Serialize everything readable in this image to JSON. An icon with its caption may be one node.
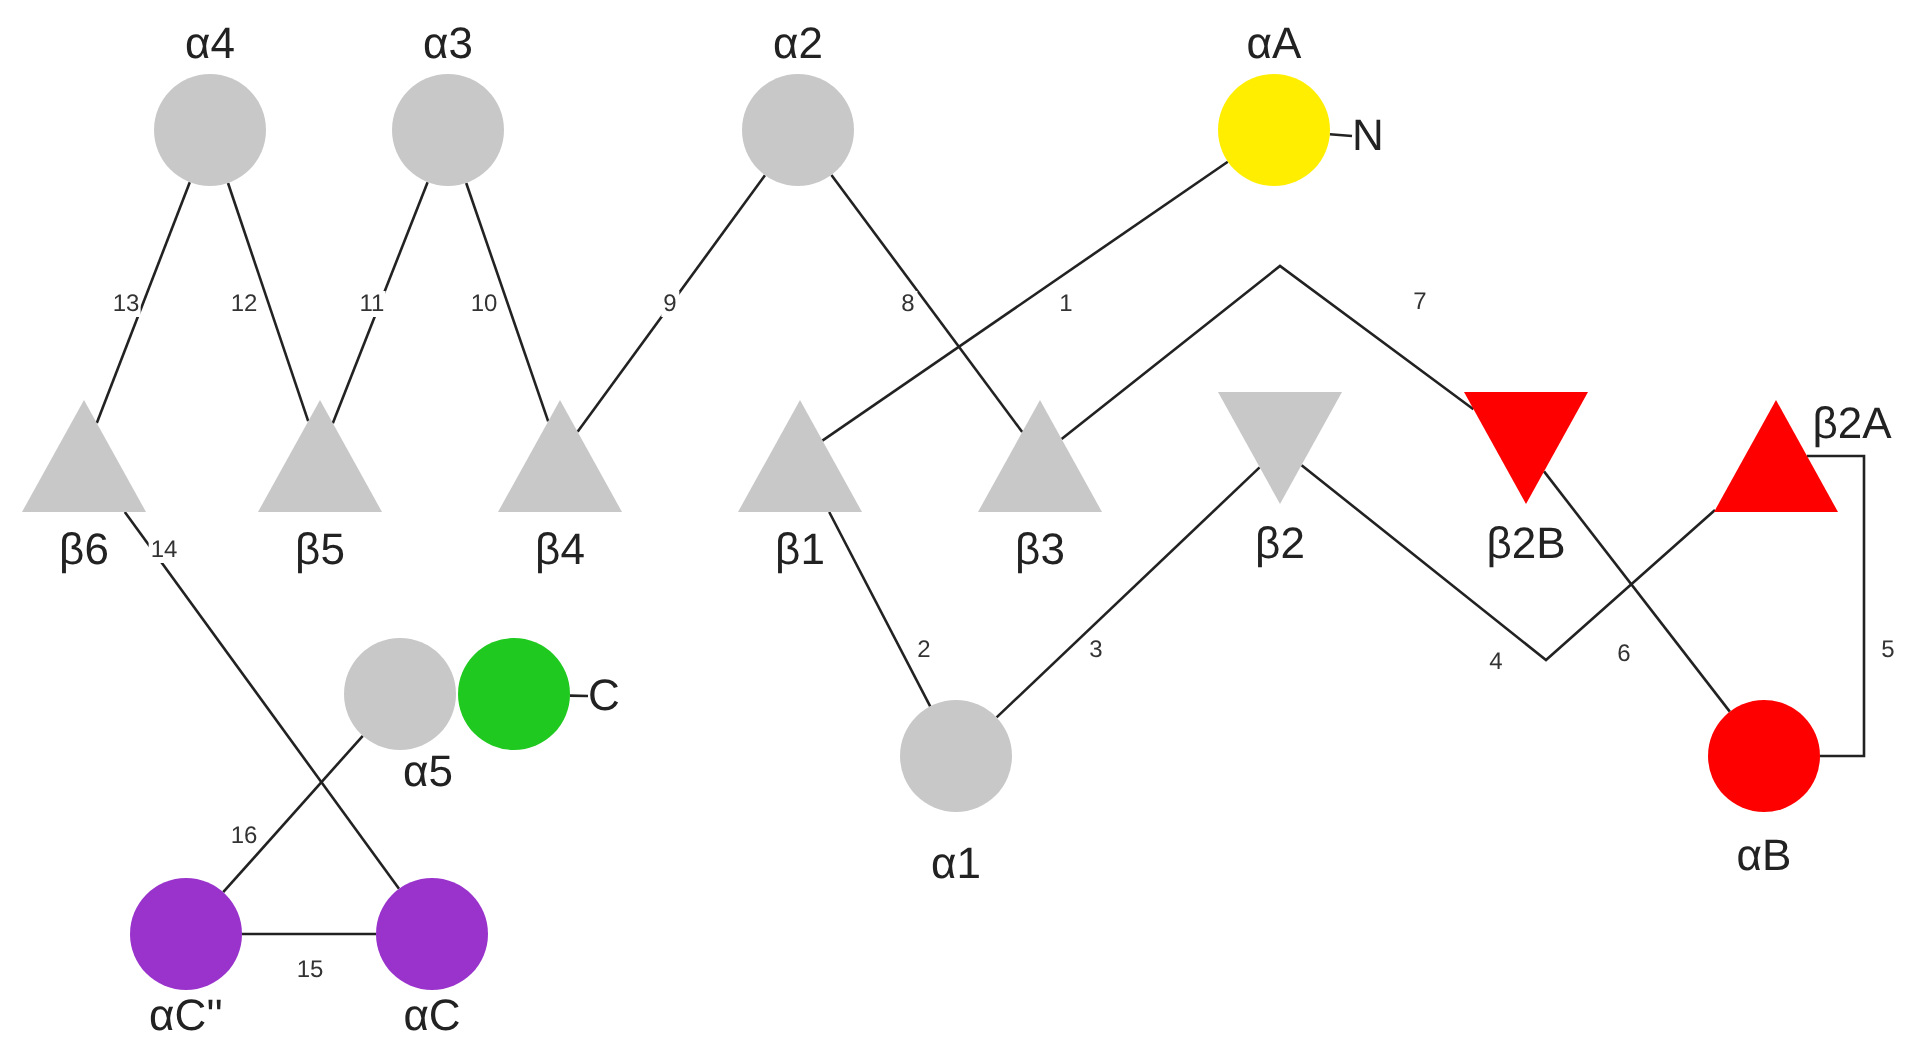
{
  "diagram": {
    "nodes": [
      {
        "text": [
          "α4"
        ]
      },
      {
        "text": [
          "α3"
        ]
      },
      {
        "text": [
          "α2"
        ]
      },
      {
        "text": [
          "αA"
        ]
      },
      {
        "text": [
          "N"
        ]
      },
      {
        "text": [
          "β6"
        ]
      },
      {
        "text": [
          "β5"
        ]
      },
      {
        "text": [
          "β4"
        ]
      },
      {
        "text": [
          "β1"
        ]
      },
      {
        "text": [
          "β3"
        ]
      },
      {
        "text": [
          "β2"
        ]
      },
      {
        "text": [
          "β2B"
        ]
      },
      {
        "text": [
          "β2A"
        ]
      },
      {
        "text": [
          "α5"
        ]
      },
      {
        "text": [],
        "shape": "circle"
      },
      {
        "text": [
          "C"
        ]
      },
      {
        "text": [
          "α1"
        ]
      },
      {
        "text": [
          "αB"
        ]
      },
      {
        "text": [
          "αC''"
        ]
      },
      {
        "text": [
          "αC"
        ]
      }
    ],
    "edges": [
      {
        "from": 3,
        "to": 8,
        "arrow": "none",
        "label": "1"
      },
      {
        "from": 8,
        "to": 16,
        "arrow": "none",
        "label": "2"
      },
      {
        "from": 16,
        "to": 10,
        "arrow": "none",
        "label": "3"
      },
      {
        "from": 10,
        "to": 12,
        "arrow": "none",
        "label": "4"
      },
      {
        "from": 12,
        "to": 17,
        "arrow": "none",
        "label": "5"
      },
      {
        "from": 11,
        "to": 17,
        "arrow": "none",
        "label": "6"
      },
      {
        "from": 9,
        "to": 11,
        "arrow": "none",
        "label": "7"
      },
      {
        "from": 2,
        "to": 9,
        "arrow": "none",
        "label": "8"
      },
      {
        "from": 2,
        "to": 7,
        "arrow": "none",
        "label": "9"
      },
      {
        "from": 1,
        "to": 7,
        "arrow": "none",
        "label": "10"
      },
      {
        "from": 1,
        "to": 6,
        "arrow": "none",
        "label": "11"
      },
      {
        "from": 0,
        "to": 6,
        "arrow": "none",
        "label": "12"
      },
      {
        "from": 0,
        "to": 5,
        "arrow": "none",
        "label": "13"
      },
      {
        "from": 5,
        "to": 19,
        "arrow": "none",
        "label": "14"
      },
      {
        "from": 18,
        "to": 19,
        "arrow": "none",
        "label": "15"
      },
      {
        "from": 13,
        "to": 18,
        "arrow": "none",
        "label": "16"
      },
      {
        "from": 3,
        "to": 4,
        "arrow": "none"
      },
      {
        "from": 14,
        "to": 15,
        "arrow": "none"
      }
    ]
  }
}
